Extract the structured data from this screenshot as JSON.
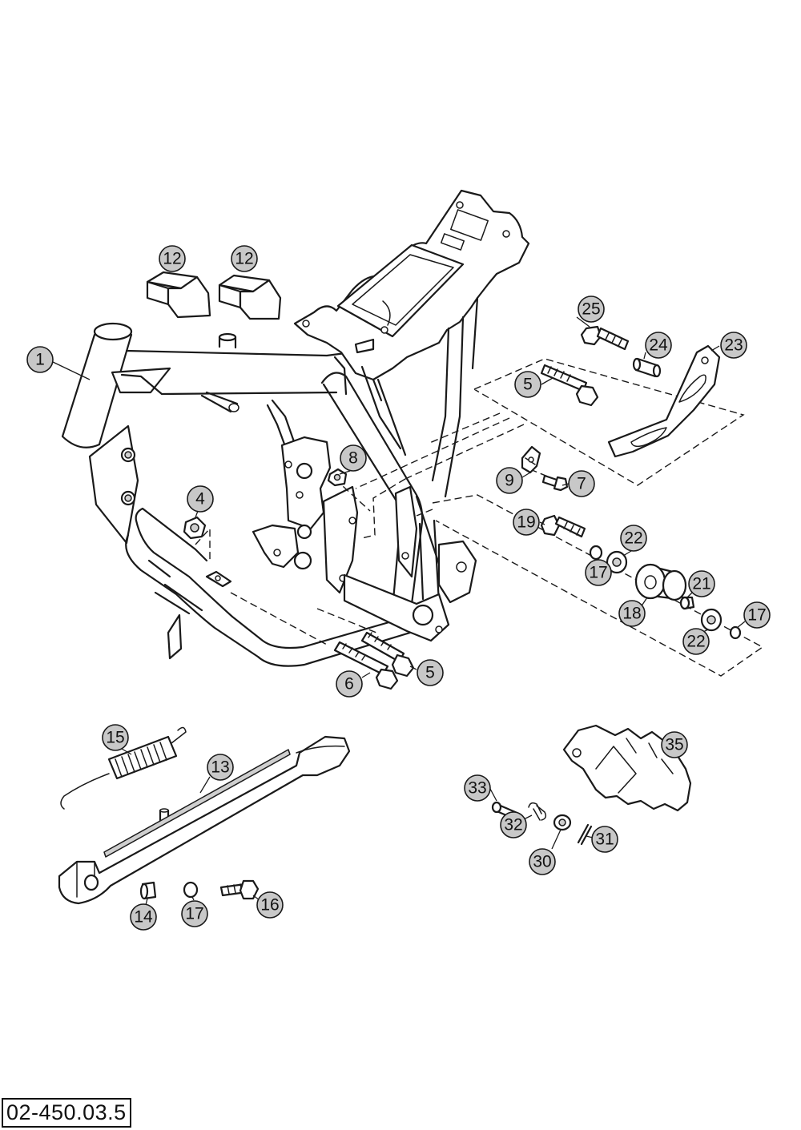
{
  "document_number": "02-450.03.5",
  "callouts": [
    {
      "id": "c1",
      "label": "1"
    },
    {
      "id": "c12a",
      "label": "12"
    },
    {
      "id": "c12b",
      "label": "12"
    },
    {
      "id": "c4",
      "label": "4"
    },
    {
      "id": "c8",
      "label": "8"
    },
    {
      "id": "c25",
      "label": "25"
    },
    {
      "id": "c24",
      "label": "24"
    },
    {
      "id": "c23",
      "label": "23"
    },
    {
      "id": "c5a",
      "label": "5"
    },
    {
      "id": "c9",
      "label": "9"
    },
    {
      "id": "c7",
      "label": "7"
    },
    {
      "id": "c19",
      "label": "19"
    },
    {
      "id": "c22a",
      "label": "22"
    },
    {
      "id": "c17a",
      "label": "17"
    },
    {
      "id": "c21",
      "label": "21"
    },
    {
      "id": "c18",
      "label": "18"
    },
    {
      "id": "c17b",
      "label": "17"
    },
    {
      "id": "c22b",
      "label": "22"
    },
    {
      "id": "c6",
      "label": "6"
    },
    {
      "id": "c5b",
      "label": "5"
    },
    {
      "id": "c15",
      "label": "15"
    },
    {
      "id": "c13",
      "label": "13"
    },
    {
      "id": "c35",
      "label": "35"
    },
    {
      "id": "c33",
      "label": "33"
    },
    {
      "id": "c32",
      "label": "32"
    },
    {
      "id": "c31",
      "label": "31"
    },
    {
      "id": "c30",
      "label": "30"
    },
    {
      "id": "c14",
      "label": "14"
    },
    {
      "id": "c17c",
      "label": "17"
    },
    {
      "id": "c16",
      "label": "16"
    }
  ]
}
